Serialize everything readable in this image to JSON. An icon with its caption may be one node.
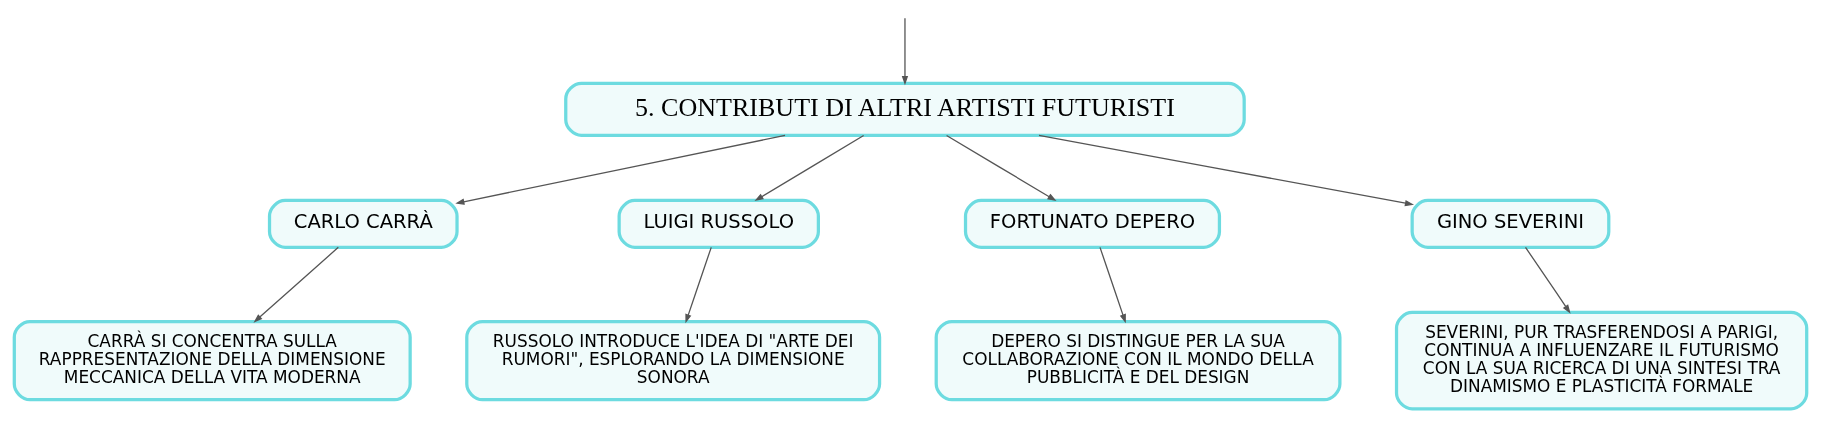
{
  "diagram": {
    "nodes": [
      {
        "text": [
          "5. CONTRIBUTI DI ALTRI ARTISTI FUTURISTI"
        ]
      },
      {
        "text": [
          "CARLO CARRÀ"
        ]
      },
      {
        "text": [
          "LUIGI RUSSOLO"
        ]
      },
      {
        "text": [
          "FORTUNATO DEPERO"
        ]
      },
      {
        "text": [
          "GINO SEVERINI"
        ]
      },
      {
        "text": [
          "CARRÀ SI CONCENTRA SULLA RAPPRESENTAZIONE DELLA DIMENSIONE MECCANICA DELLA VITA MODERNA"
        ]
      },
      {
        "text": [
          "RUSSOLO INTRODUCE L'IDEA DI \"ARTE DEI RUMORI\", ESPLORANDO LA DIMENSIONE SONORA"
        ]
      },
      {
        "text": [
          "DEPERO SI DISTINGUE PER LA SUA COLLABORAZIONE CON IL MONDO DELLA PUBBLICITÀ E DEL DESIGN"
        ]
      },
      {
        "text": [
          "SEVERINI, PUR TRASFERENDOSI A PARIGI, CONTINUA A INFLUENZARE IL FUTURISMO CON LA SUA RICERCA DI UNA SINTESI TRA DINAMISMO E PLASTICITÀ FORMALE"
        ]
      }
    ],
    "edges": [
      {
        "from": null,
        "to": 0,
        "arrow": "to"
      },
      {
        "from": 0,
        "to": 1,
        "arrow": "to"
      },
      {
        "from": 0,
        "to": 2,
        "arrow": "to"
      },
      {
        "from": 0,
        "to": 3,
        "arrow": "to"
      },
      {
        "from": 0,
        "to": 4,
        "arrow": "to"
      },
      {
        "from": 1,
        "to": 5,
        "arrow": "to"
      },
      {
        "from": 2,
        "to": 6,
        "arrow": "to"
      },
      {
        "from": 3,
        "to": 7,
        "arrow": "to"
      },
      {
        "from": 4,
        "to": 8,
        "arrow": "to"
      }
    ]
  }
}
